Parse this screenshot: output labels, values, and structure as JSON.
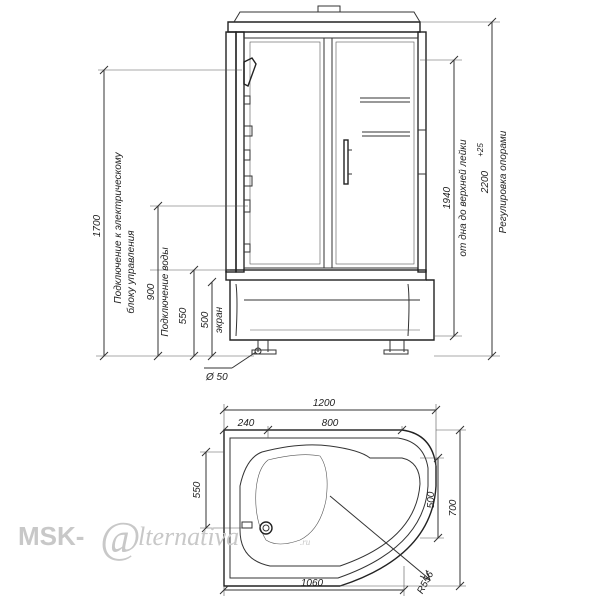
{
  "side_view": {
    "dims": {
      "height_total": "1700",
      "height_electric": "900",
      "height_water": "550",
      "height_tray": "500",
      "height_glass": "1940",
      "height_overall": "2200",
      "height_overall_tol": "+25",
      "drain_diameter": "Ø 50"
    },
    "labels": {
      "electric_line1": "Подключение к электрическому",
      "electric_line2": "блоку управления",
      "water": "Подключение воды",
      "screen": "экран",
      "glass_from": "от дна до верхней лейки",
      "legs": "Регулировка опорами"
    }
  },
  "plan_view": {
    "dims": {
      "width_total": "1200",
      "offset_left": "240",
      "width_inner": "800",
      "depth_left": "550",
      "depth_inner": "500",
      "depth_total": "700",
      "width_bottom": "1060",
      "radius": "R556"
    }
  },
  "watermark": {
    "left": "MSK-",
    "script": "lternativa",
    "suffix": ".ru",
    "color": "#c8c8c8"
  }
}
